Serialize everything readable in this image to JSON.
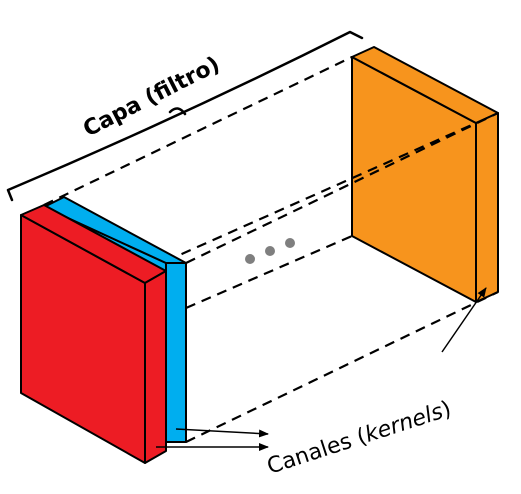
{
  "title_label": "Capa (filtro)",
  "channels_label": {
    "prefix": "Canales (",
    "italic": "kernels",
    "suffix": ")"
  },
  "colors": {
    "red": "#ed1c24",
    "blue": "#00aeef",
    "orange": "#f7941d",
    "stroke": "#000000",
    "dots": "#7f7f7f"
  }
}
